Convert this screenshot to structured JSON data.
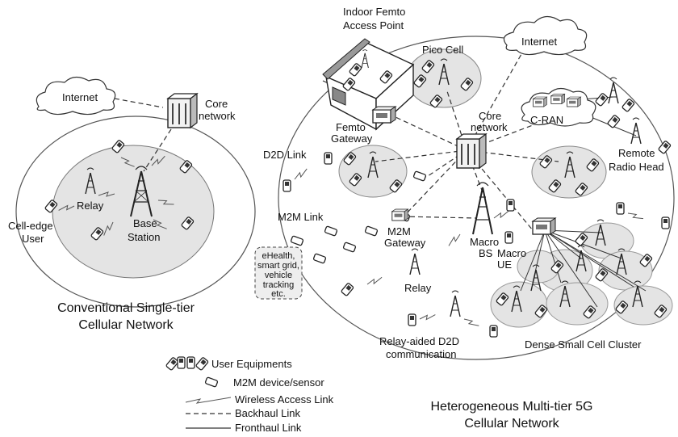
{
  "colors": {
    "cell_fill": "#e4e4e4",
    "cloud_fill": "#ffffff",
    "line": "#333333",
    "note_fill": "#eeeeee"
  },
  "left": {
    "internet": "Internet",
    "core_network": [
      "Core",
      "network"
    ],
    "relay": "Relay",
    "base_station": [
      "Base",
      "Station"
    ],
    "cell_edge_user": [
      "Cell-edge",
      "User"
    ],
    "caption": [
      "Conventional Single-tier",
      "Cellular Network"
    ]
  },
  "right": {
    "indoor_femto": [
      "Indoor Femto",
      "Access Point"
    ],
    "internet": "Internet",
    "pico_cell": "Pico Cell",
    "core_network": [
      "Core",
      "network"
    ],
    "c_ran": "C-RAN",
    "femto_gateway": [
      "Femto",
      "Gateway"
    ],
    "d2d_link": "D2D Link",
    "remote_radio_head": [
      "Remote",
      "Radio Head"
    ],
    "m2m_link": "M2M Link",
    "m2m_gateway": [
      "M2M",
      "Gateway"
    ],
    "macro_bs": [
      "Macro",
      "BS"
    ],
    "macro_ue": [
      "Macro",
      "UE"
    ],
    "ehealth_note": [
      "eHealth,",
      "smart grid,",
      "vehicle",
      "tracking",
      "etc."
    ],
    "relay": "Relay",
    "relay_d2d": [
      "Relay-aided D2D",
      "communication"
    ],
    "dense_cluster": "Dense Small Cell Cluster",
    "caption": [
      "Heterogeneous Multi-tier 5G",
      "Cellular Network"
    ]
  },
  "legend": {
    "user_equipments": "User Equipments",
    "m2m_device": "M2M device/sensor",
    "wireless_link": "Wireless Access Link",
    "backhaul_link": "Backhaul Link",
    "fronthaul_link": "Fronthaul Link"
  }
}
